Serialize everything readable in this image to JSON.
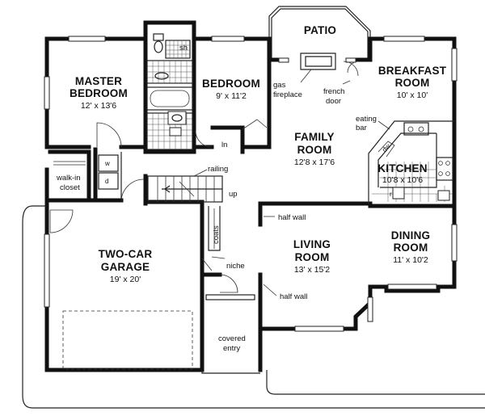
{
  "rooms": {
    "patio": {
      "name": "PATIO"
    },
    "master_bedroom": {
      "name_line1": "MASTER",
      "name_line2": "BEDROOM",
      "size": "12' x 13'6"
    },
    "bedroom": {
      "name": "BEDROOM",
      "size": "9' x 11'2"
    },
    "breakfast_room": {
      "name_line1": "BREAKFAST",
      "name_line2": "ROOM",
      "size": "10' x 10'"
    },
    "family_room": {
      "name_line1": "FAMILY",
      "name_line2": "ROOM",
      "size": "12'8 x 17'6"
    },
    "kitchen": {
      "name": "KITCHEN",
      "size": "10'8 x 10'6"
    },
    "garage": {
      "name_line1": "TWO-CAR",
      "name_line2": "GARAGE",
      "size": "19' x 20'"
    },
    "living_room": {
      "name_line1": "LIVING",
      "name_line2": "ROOM",
      "size": "13' x 15'2"
    },
    "dining_room": {
      "name_line1": "DINING",
      "name_line2": "ROOM",
      "size": "11' x 10'2"
    }
  },
  "notes": {
    "sh": "sh",
    "gas_fireplace_1": "gas",
    "gas_fireplace_2": "fireplace",
    "french_door_1": "french",
    "french_door_2": "door",
    "eating_bar_1": "eating",
    "eating_bar_2": "bar",
    "dw": "dw",
    "ln": "ln",
    "railing": "railing",
    "up": "up",
    "walk_in_1": "walk-in",
    "walk_in_2": "closet",
    "coats": "coats",
    "half_wall_upper": "half wall",
    "half_wall_lower": "half wall",
    "niche": "niche",
    "covered_entry_1": "covered",
    "covered_entry_2": "entry",
    "w": "w",
    "d": "d",
    "r": "r"
  }
}
